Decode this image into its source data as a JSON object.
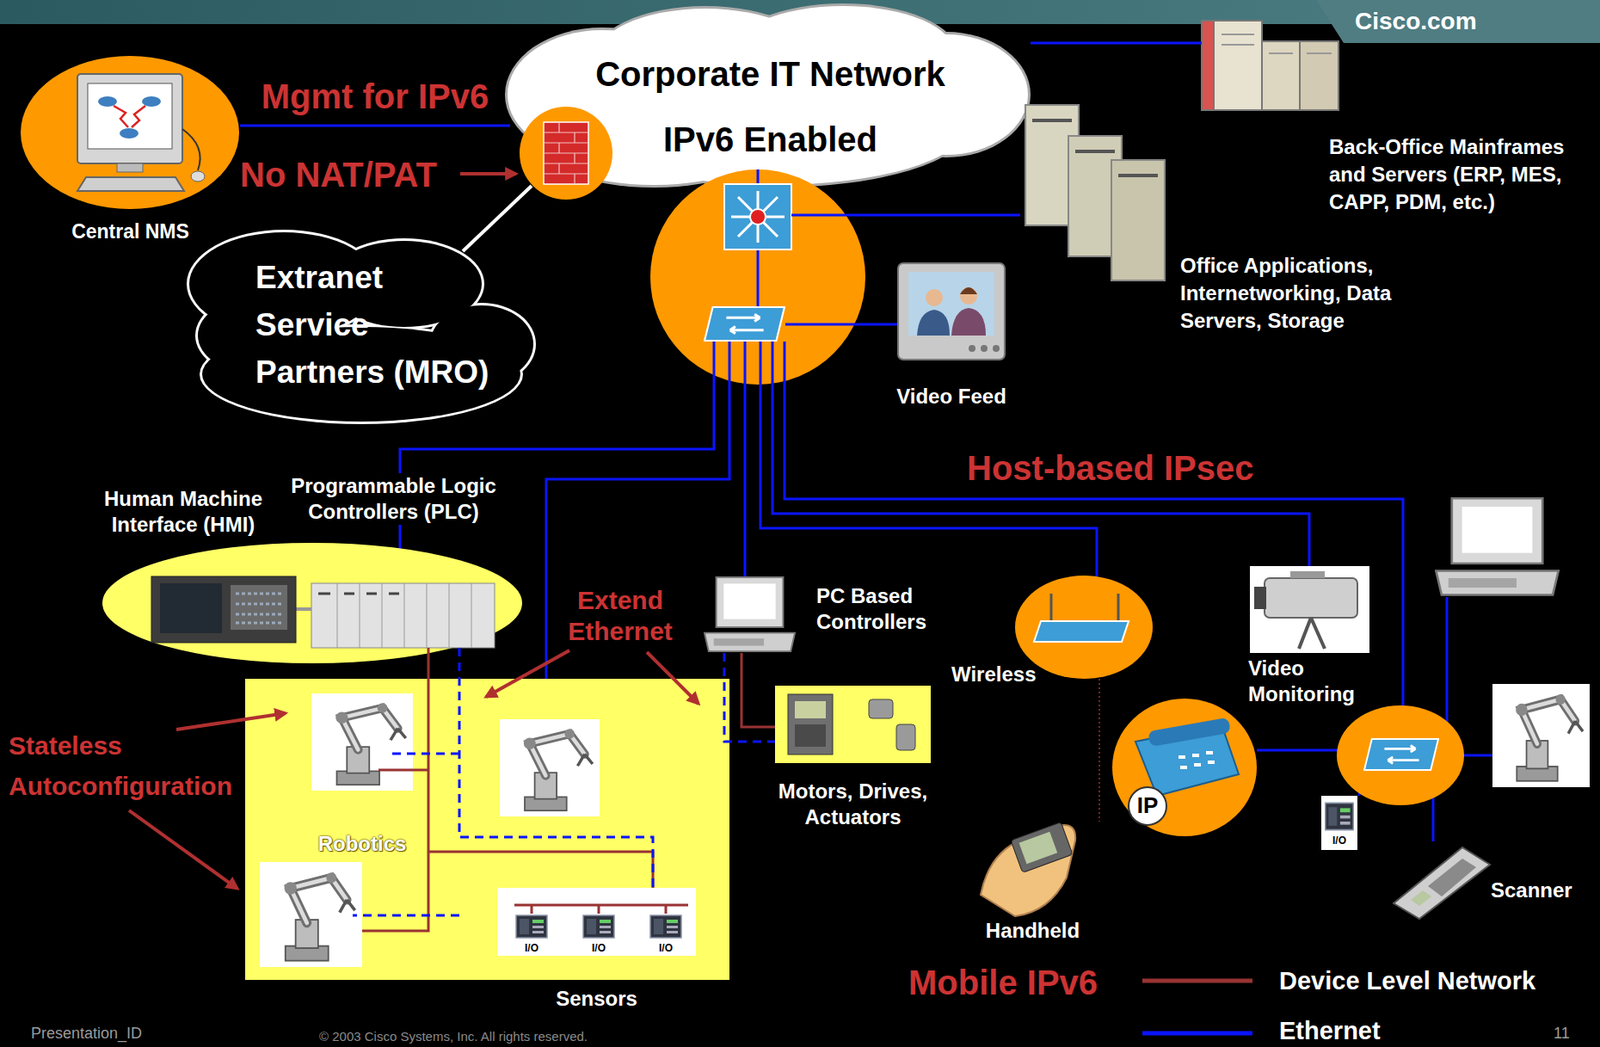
{
  "diagram": {
    "nodes": [
      {
        "text": [
          "Central NMS"
        ]
      },
      {
        "text": [
          "Corporate IT Network",
          "IPv6 Enabled"
        ]
      },
      {
        "text": [
          "Back-Office Mainframes and Servers (ERP, MES, CAPP, PDM, etc.)"
        ]
      },
      {
        "text": [
          "Extranet Service Partners (MRO)"
        ]
      },
      {
        "text": [
          "Office Applications, Internetworking, Data Servers, Storage"
        ]
      },
      {
        "text": [
          "Video Feed"
        ]
      },
      {
        "text": [
          "Human Machine Interface (HMI)",
          "Programmable Logic Controllers (PLC)"
        ]
      },
      {
        "text": [
          "PC Based Controllers"
        ]
      },
      {
        "text": [
          "Robotics"
        ]
      },
      {
        "text": [
          "Sensors"
        ],
        "in": 8
      },
      {
        "text": [
          "Motors, Drives, Actuators"
        ]
      },
      {
        "text": [
          "Wireless"
        ]
      },
      {
        "text": [
          "Video Monitoring"
        ]
      },
      {
        "text": [
          "Handheld"
        ]
      },
      {
        "text": [
          "Scanner"
        ]
      }
    ],
    "edges": [
      {
        "from": 0,
        "to": 1,
        "label": "Mgmt for IPv6",
        "arrow": "none"
      },
      {
        "from": 1,
        "to": 2,
        "arrow": "none"
      },
      {
        "from": 7,
        "to": 10,
        "arrow": "none"
      },
      {
        "from": 11,
        "to": 13,
        "arrow": "none"
      }
    ],
    "labels": [
      "Cisco.com",
      "No NAT/PAT",
      "Host-based IPsec",
      "Extend Ethernet",
      "Stateless Autoconfiguration",
      "I/O",
      "I/O",
      "I/O",
      "IP",
      "I/O",
      "Mobile IPv6",
      "Presentation_ID",
      "© 2003 Cisco Systems, Inc. All rights reserved.",
      "11"
    ],
    "legend": [
      {
        "text": "Device Level Network"
      },
      {
        "text": "Ethernet"
      }
    ]
  }
}
